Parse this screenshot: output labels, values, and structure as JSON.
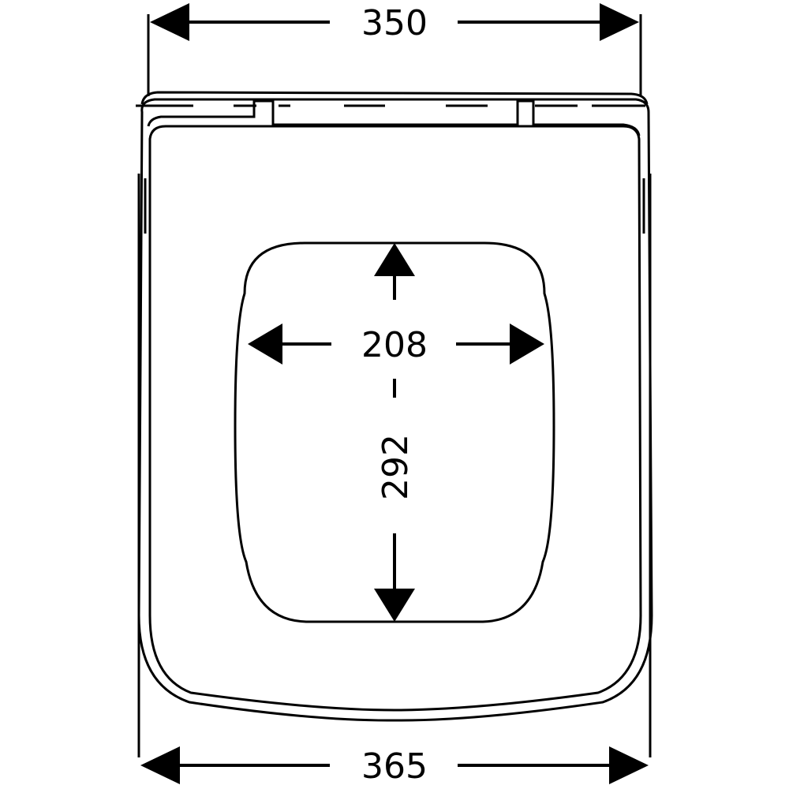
{
  "dimensions": {
    "top_width": "350",
    "bottom_width": "365",
    "opening_width": "208",
    "opening_length": "292"
  },
  "colors": {
    "line": "#000000",
    "background": "#ffffff"
  }
}
